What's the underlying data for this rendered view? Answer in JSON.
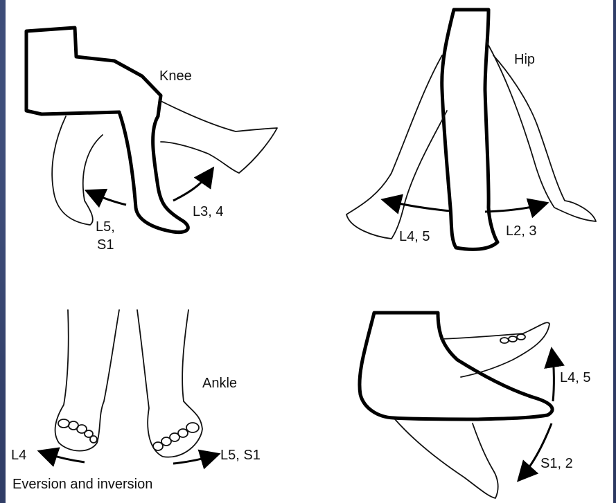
{
  "labels": {
    "knee": "Knee",
    "knee_flex": "L5,",
    "knee_flex_2": "S1",
    "knee_ext": "L3, 4",
    "hip": "Hip",
    "hip_ext": "L4, 5",
    "hip_flex": "L2, 3",
    "ankle": "Ankle",
    "ankle_left": "L4",
    "ankle_right": "L5, S1",
    "ankle_caption": "Eversion and inversion",
    "foot_up": "L4, 5",
    "foot_down": "S1, 2"
  },
  "colors": {
    "background": "#3a4a78",
    "panel": "#ffffff",
    "ink": "#000000"
  }
}
